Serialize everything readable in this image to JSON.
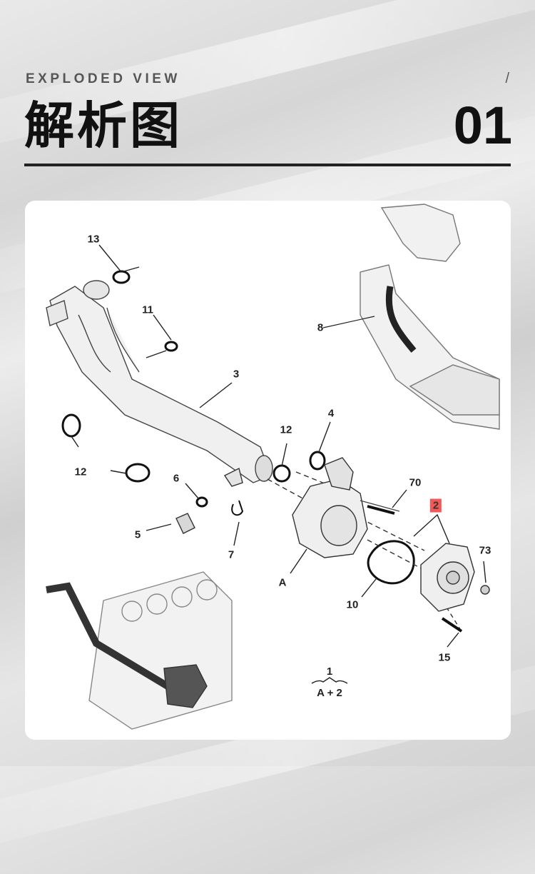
{
  "header": {
    "subtitle": "EXPLODED VIEW",
    "slash": "/",
    "title": "解析图",
    "page_number": "01"
  },
  "diagram": {
    "callouts": {
      "c13": "13",
      "c11": "11",
      "c3": "3",
      "c12_a": "12",
      "c12_b": "12",
      "c4": "4",
      "c8": "8",
      "c70": "70",
      "c2": "2",
      "c6": "6",
      "c5": "5",
      "c7": "7",
      "cA": "A",
      "c73": "73",
      "c10": "10",
      "c15": "15"
    },
    "assembly": {
      "top": "1",
      "bottom": "A + 2"
    },
    "highlight_color": "#f2585a"
  }
}
